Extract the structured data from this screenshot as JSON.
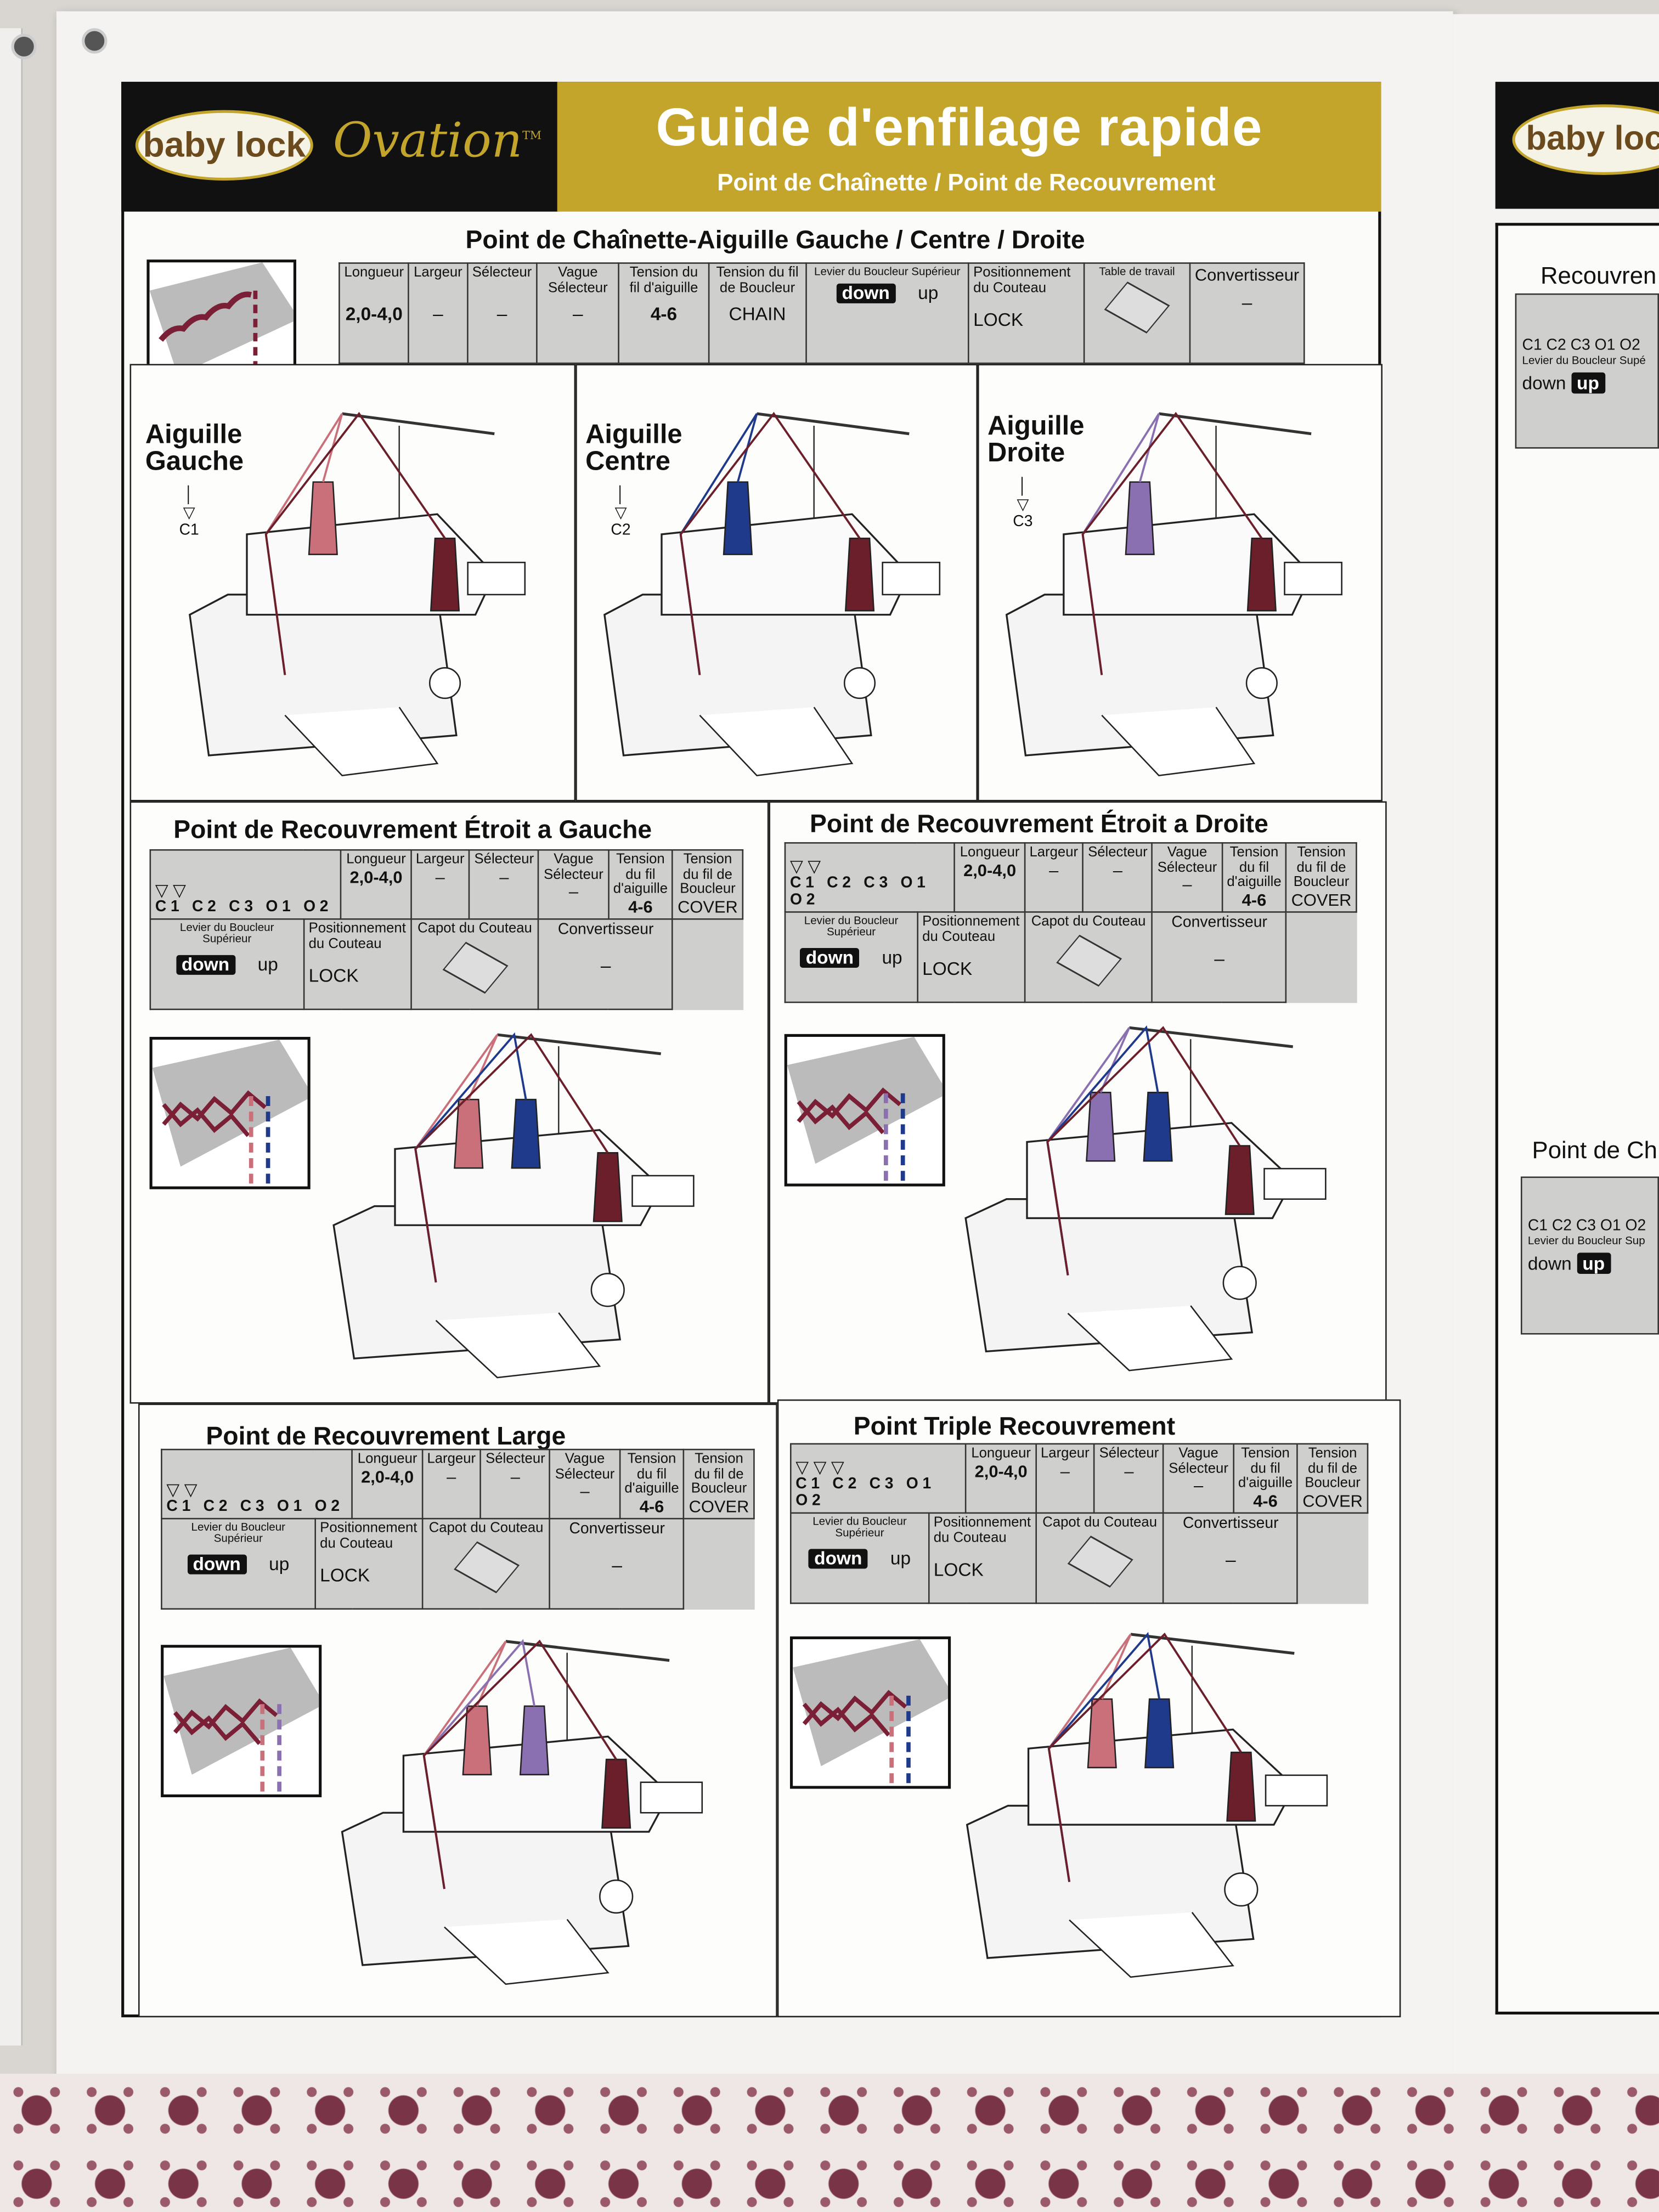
{
  "header": {
    "brand": "baby lock",
    "model": "Ovation",
    "trademark": "TM",
    "title": "Guide d'enfilage rapide",
    "subtitle": "Point de Chaînette / Point de Recouvrement"
  },
  "chain": {
    "title": "Point de Chaînette-Aiguille Gauche / Centre / Droite",
    "headers": [
      "Longueur",
      "Largeur",
      "Sélecteur",
      "Vague Sélecteur",
      "Tension du fil d'aiguille",
      "Tension du fil de Boucleur",
      "Levier du Boucleur Supérieur",
      "Positionnement du Couteau",
      "Table de travail",
      "Convertisseur"
    ],
    "values": [
      "2,0-4,0",
      "–",
      "–",
      "–",
      "4-6",
      "CHAIN",
      "down",
      "up",
      "LOCK",
      "",
      "–"
    ],
    "panels": [
      {
        "label1": "Aiguille",
        "label2": "Gauche",
        "needle": "C1",
        "cones": [
          "#c9707a",
          "#6b1f2a"
        ]
      },
      {
        "label1": "Aiguille",
        "label2": "Centre",
        "needle": "C2",
        "cones": [
          "#1f3a8a",
          "#6b1f2a"
        ]
      },
      {
        "label1": "Aiguille",
        "label2": "Droite",
        "needle": "C3",
        "cones": [
          "#8a70b0",
          "#6b1f2a"
        ]
      }
    ]
  },
  "cover_sections": [
    {
      "title": "Point de Recouvrement Étroit a Gauche",
      "cones": [
        "#c9707a",
        "#1f3a8a",
        "#6b1f2a"
      ]
    },
    {
      "title": "Point de Recouvrement Étroit a Droite",
      "cones": [
        "#8a70b0",
        "#1f3a8a",
        "#6b1f2a"
      ]
    },
    {
      "title": "Point de Recouvrement Large",
      "cones": [
        "#c9707a",
        "#8a70b0",
        "#6b1f2a"
      ]
    },
    {
      "title": "Point Triple Recouvrement",
      "cones": [
        "#c9707a",
        "#1f3a8a",
        "#6b1f2a"
      ]
    }
  ],
  "cover_table": {
    "needles": "C1 C2 C3 O1 O2",
    "headers": [
      "Longueur",
      "Largeur",
      "Sélecteur",
      "Vague Sélecteur",
      "Tension du fil d'aiguille",
      "Tension du fil de Boucleur"
    ],
    "values": [
      "2,0-4,0",
      "–",
      "–",
      "–",
      "4-6",
      "COVER"
    ],
    "row2_headers": [
      "Levier du Boucleur Supérieur",
      "Positionnement du Couteau",
      "Capot du Couteau",
      "Convertisseur"
    ],
    "down": "down",
    "up": "up",
    "lock": "LOCK",
    "convert": "–"
  },
  "right_page": {
    "brand": "baby lock",
    "section1": "Recouvren",
    "needles": "C1 C2 C3 O1 O2",
    "lever": "Levier du Boucleur Supé",
    "down": "down",
    "up": "up",
    "section2": "Point de Ch",
    "needles2": "C1 C2 C3 O1 O2",
    "lever2": "Levier du Boucleur Sup",
    "down2": "down",
    "up2": "up"
  }
}
